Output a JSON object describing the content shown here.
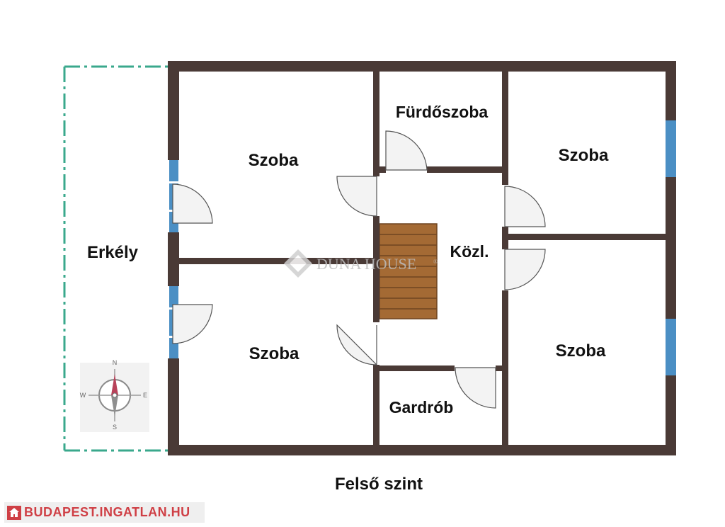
{
  "rooms": {
    "szoba_top_left": "Szoba",
    "szoba_bottom_left": "Szoba",
    "szoba_top_right": "Szoba",
    "szoba_bottom_right": "Szoba",
    "furdoszoba": "Fürdőszoba",
    "kozl": "Közl.",
    "gardrob": "Gardrób",
    "erkely": "Erkély"
  },
  "floor_title": "Felső szint",
  "watermark": {
    "text": "DUNA HOUSE",
    "registered": "®"
  },
  "compass": {
    "n": "N",
    "e": "E",
    "s": "S",
    "w": "W"
  },
  "footer": {
    "brand": "BUDAPEST.INGATLAN.HU"
  },
  "colors": {
    "wall": "#4a3a36",
    "window": "#4b8fc4",
    "balcony_outline": "#3aa88c",
    "stairs": "#a46a34",
    "compass_needle": "#b8425a",
    "brand": "#cf3f45"
  }
}
